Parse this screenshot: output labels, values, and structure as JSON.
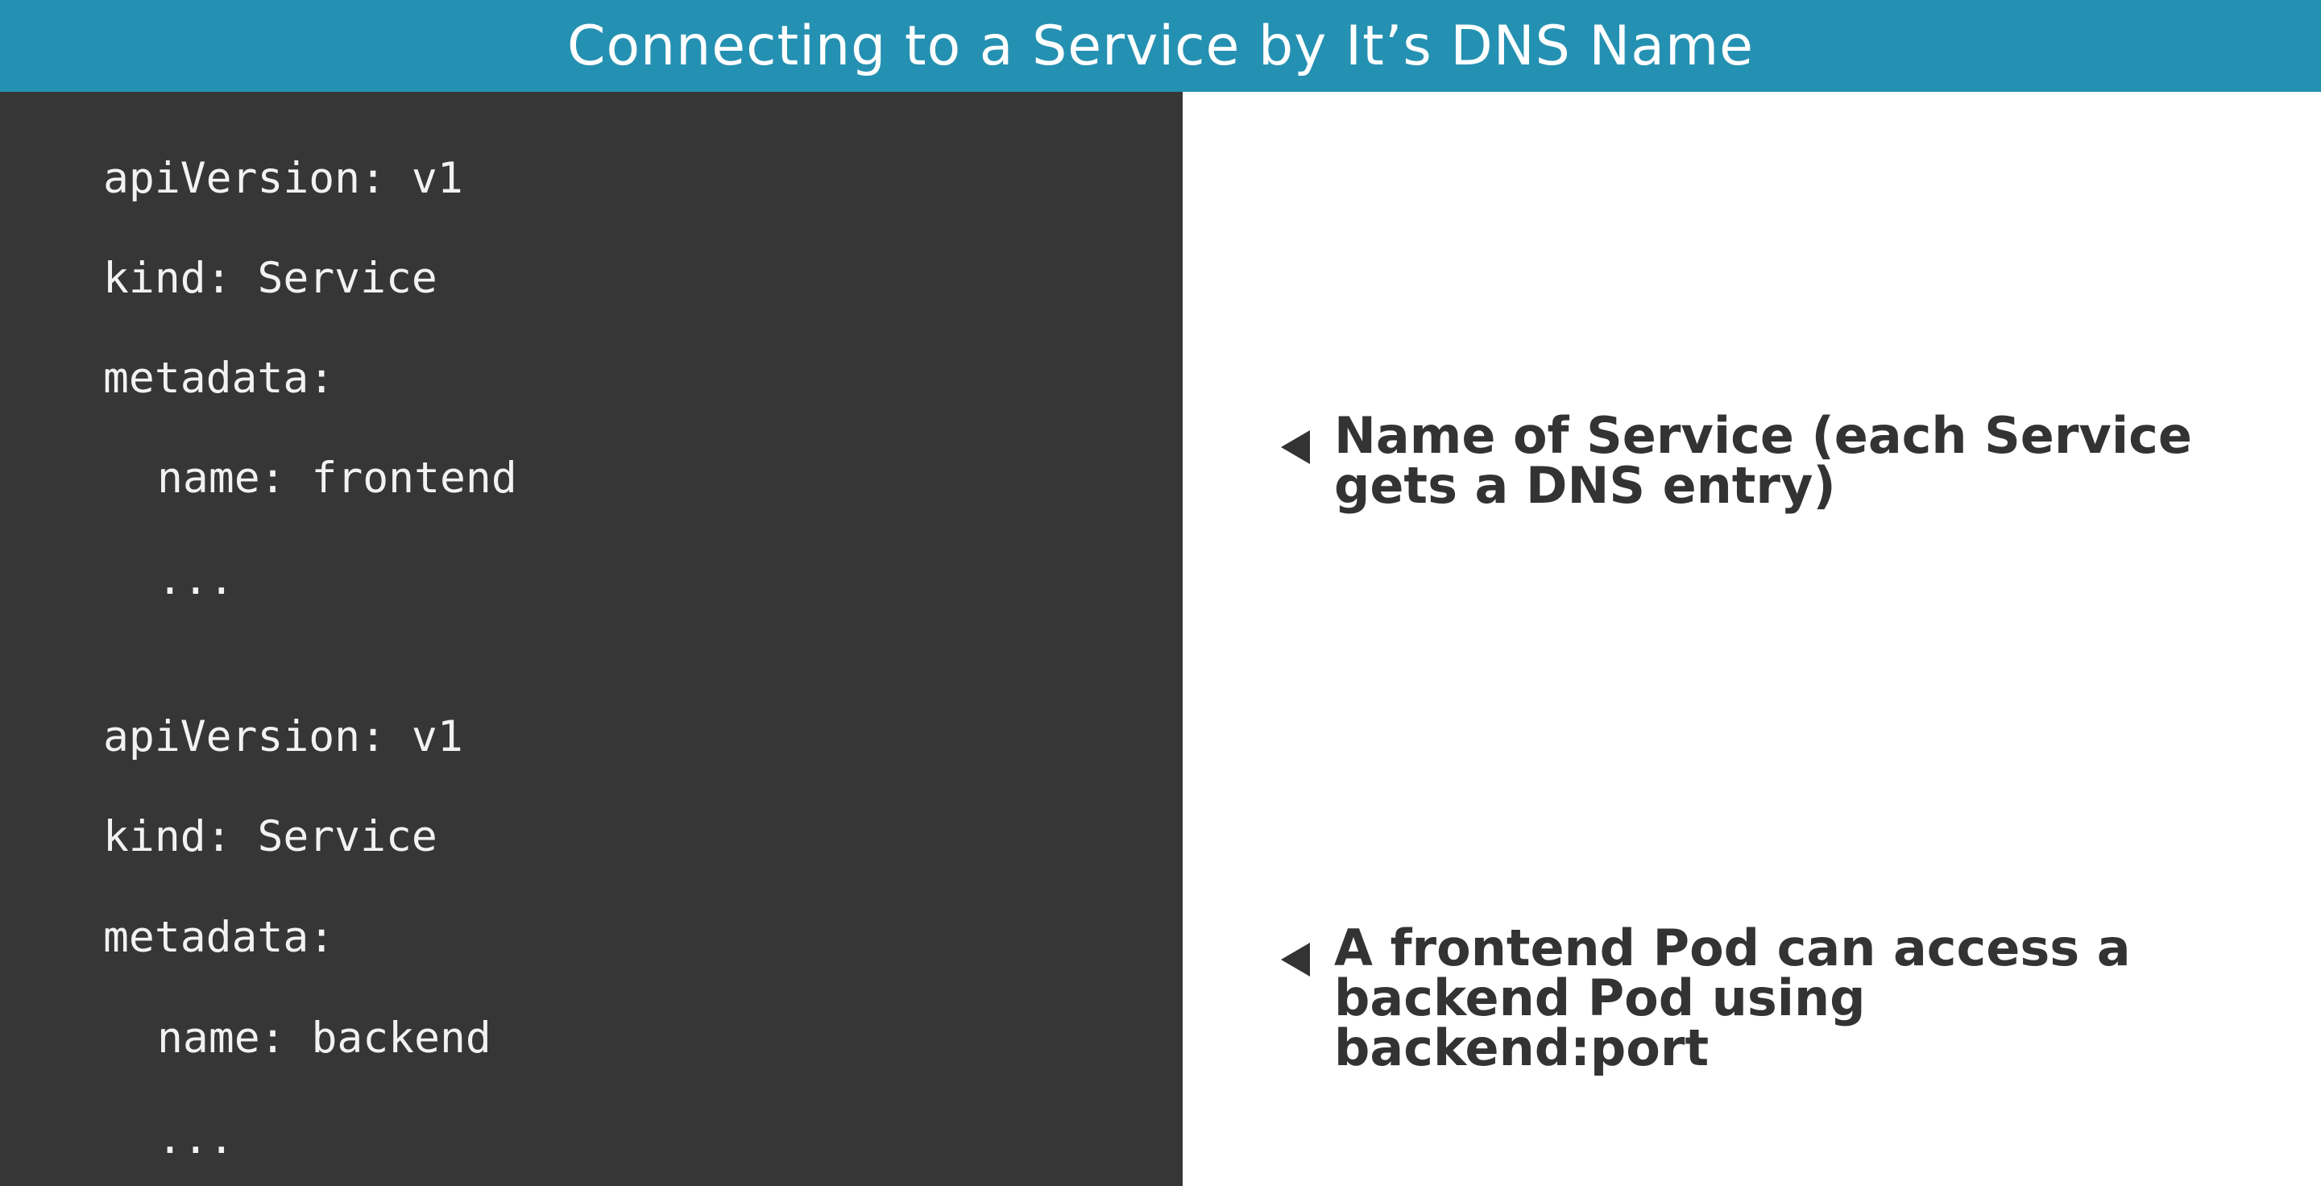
{
  "slide": {
    "title": "Connecting to a Service by It’s DNS Name"
  },
  "code": {
    "service1": {
      "api_version": "apiVersion: v1",
      "kind": "kind: Service",
      "metadata": "metadata:",
      "name": "name: frontend",
      "ellipsis": "..."
    },
    "service2": {
      "api_version": "apiVersion: v1",
      "kind": "kind: Service",
      "metadata": "metadata:",
      "name": "name: backend",
      "ellipsis": "..."
    }
  },
  "notes": [
    {
      "lines": [
        "Name of Service (each Service",
        "gets a DNS entry)"
      ]
    },
    {
      "lines": [
        "A frontend Pod can access a",
        "backend Pod using",
        "backend:port"
      ]
    }
  ],
  "colors": {
    "title_bar": "#2591b2",
    "code_background": "#363636",
    "code_text": "#f2f2f2",
    "note_text": "#333333"
  }
}
